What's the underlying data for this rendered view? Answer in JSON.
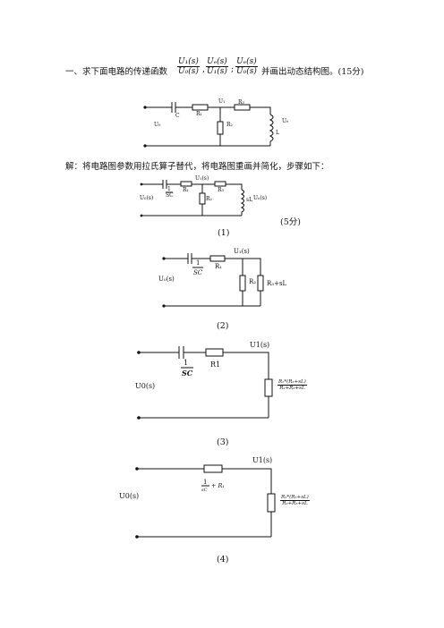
{
  "problem": {
    "prefix": "一、求下面电路的传递函数",
    "suffix": "并画出动态结构图。(15分)",
    "tf1": {
      "num": "U₁(s)",
      "den": "U₀(s)"
    },
    "tf2": {
      "num": "Uₑ(s)",
      "den": "U₁(s)"
    },
    "tf3": {
      "num": "Uₑ(s)",
      "den": "U₀(s)"
    },
    "sep": ",",
    "sep2": ";"
  },
  "circuit0": {
    "u1": "U₁",
    "c": "C",
    "r1": "R₁",
    "r2": "R₂",
    "r3": "R₃",
    "l": "L",
    "u0": "U₀",
    "ue": "Uₑ"
  },
  "solution_text": "解：将电路图参数用拉氏算子替代，将电路图重画并简化，步骤如下：",
  "circuit1": {
    "u1s": "U₁(s)",
    "u0s": "U₀(s)",
    "ues": "Uₑ(s)",
    "one": "1",
    "sc": "SC",
    "r1": "R₁",
    "r2": "R₂",
    "r3": "R₃",
    "sl": "sL",
    "score": "(5分)",
    "caption": "(1)"
  },
  "circuit2": {
    "u1s": "U₁(s)",
    "u0s": "U₀(s)",
    "one": "1",
    "sc": "SC",
    "r1": "R₁",
    "r2": "R₂",
    "r3sl": "R₃+sL",
    "caption": "(2)"
  },
  "circuit3": {
    "u1s": "U1(s)",
    "u0s": "U0(s)",
    "one": "1",
    "sc": "SC",
    "r1": "R1",
    "z_num": "R₂*(R₃+sL)",
    "z_den": "R₂+R₃+sL",
    "caption": "(3)"
  },
  "circuit4": {
    "u1s": "U1(s)",
    "u0s": "U0(s)",
    "one": "1",
    "sc": "sC",
    "plus_r1": "+ R₁",
    "z_num": "R₂*(R₃+sL)",
    "z_den": "R₂+R₃+sL",
    "caption": "(4)"
  }
}
